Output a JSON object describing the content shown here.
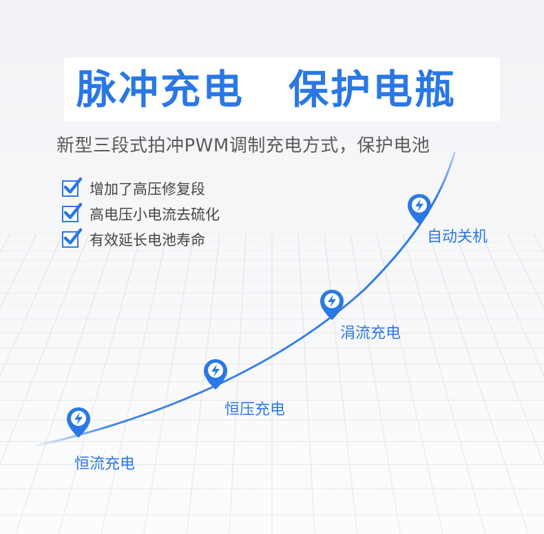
{
  "title": {
    "left": "脉冲充电",
    "right": "保护电瓶"
  },
  "subtitle": "新型三段式拍冲PWM调制充电方式，保护电池",
  "features": [
    "增加了高压修复段",
    "高电压小电流去硫化",
    "有效延长电池寿命"
  ],
  "stages": [
    {
      "label": "恒流充电"
    },
    {
      "label": "恒压充电"
    },
    {
      "label": "涓流充电"
    },
    {
      "label": "自动关机"
    }
  ],
  "colors": {
    "accent": "#2a77e6",
    "text": "#444444",
    "grid": "#e3e6ea"
  },
  "icons": {
    "checkbox": "check-icon",
    "stage_pin": "lightning-pin-icon"
  }
}
